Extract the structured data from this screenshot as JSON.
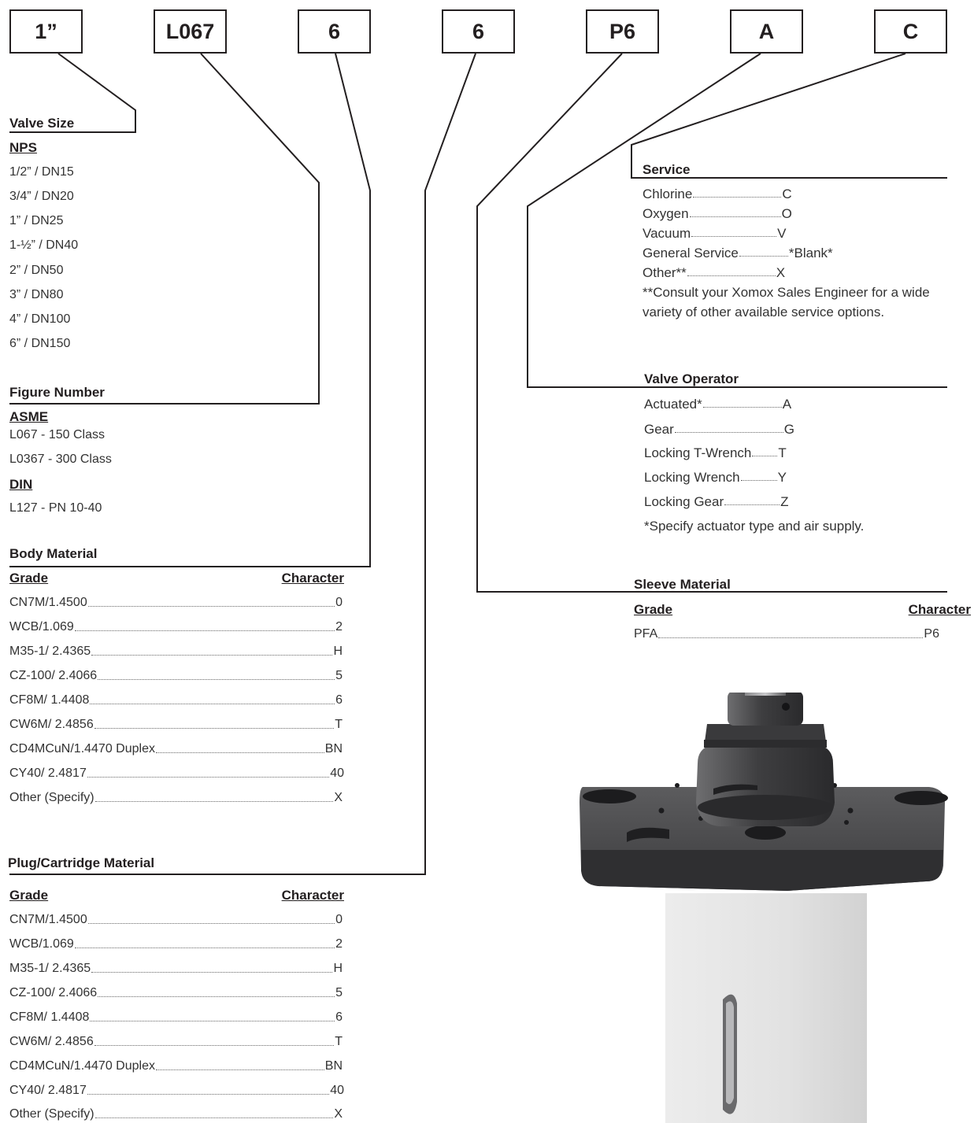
{
  "code_boxes": [
    "1”",
    "L067",
    "6",
    "6",
    "P6",
    "A",
    "C"
  ],
  "valve_size": {
    "heading": "Valve Size",
    "subheading": "NPS",
    "items": [
      "1/2” / DN15",
      "3/4” / DN20",
      "1” / DN25",
      "1-½” / DN40",
      "2” / DN50",
      "3” / DN80",
      "4” / DN100",
      "6” / DN150"
    ]
  },
  "figure_number": {
    "heading": "Figure Number",
    "asme_label": "ASME",
    "asme_items": [
      "L067 - 150 Class",
      "L0367 - 300 Class"
    ],
    "din_label": "DIN",
    "din_items": [
      "L127 - PN 10-40"
    ]
  },
  "body_material": {
    "heading": "Body Material",
    "col_grade": "Grade",
    "col_character": "Character",
    "rows": [
      {
        "grade": "CN7M/1.4500",
        "code": "0"
      },
      {
        "grade": "WCB/1.069",
        "code": "2"
      },
      {
        "grade": "M35-1/ 2.4365",
        "code": "H"
      },
      {
        "grade": "CZ-100/ 2.4066",
        "code": "5"
      },
      {
        "grade": "CF8M/ 1.4408",
        "code": "6"
      },
      {
        "grade": "CW6M/ 2.4856",
        "code": "T"
      },
      {
        "grade": "CD4MCuN/1.4470 Duplex",
        "code": "BN"
      },
      {
        "grade": "CY40/ 2.4817",
        "code": "40"
      },
      {
        "grade": "Other (Specify)",
        "code": "X"
      }
    ]
  },
  "plug_material": {
    "heading": "Plug/Cartridge Material",
    "col_grade": "Grade",
    "col_character": "Character",
    "rows": [
      {
        "grade": "CN7M/1.4500",
        "code": "0"
      },
      {
        "grade": "WCB/1.069",
        "code": "2"
      },
      {
        "grade": "M35-1/ 2.4365",
        "code": "H"
      },
      {
        "grade": "CZ-100/ 2.4066",
        "code": "5"
      },
      {
        "grade": "CF8M/ 1.4408",
        "code": "6"
      },
      {
        "grade": "CW6M/ 2.4856",
        "code": "T"
      },
      {
        "grade": "CD4MCuN/1.4470 Duplex",
        "code": "BN"
      },
      {
        "grade": "CY40/ 2.4817",
        "code": "40"
      },
      {
        "grade": "Other (Specify)",
        "code": "X"
      }
    ]
  },
  "service": {
    "heading": "Service",
    "rows": [
      {
        "label": "Chlorine",
        "code": "C"
      },
      {
        "label": "Oxygen",
        "code": "O"
      },
      {
        "label": "Vacuum",
        "code": "V"
      },
      {
        "label": "General Service",
        "code": "*Blank*"
      },
      {
        "label": "Other**",
        "code": "X"
      }
    ],
    "note_line1": "**Consult your Xomox Sales Engineer for a wide",
    "note_line2": "variety of other available service options."
  },
  "valve_operator": {
    "heading": "Valve Operator",
    "rows": [
      {
        "label": "Actuated*",
        "code": "A"
      },
      {
        "label": "Gear",
        "code": "G"
      },
      {
        "label": "Locking T-Wrench",
        "code": "T"
      },
      {
        "label": "Locking Wrench",
        "code": "Y"
      },
      {
        "label": "Locking Gear",
        "code": "Z"
      }
    ],
    "note": "*Specify actuator type and air supply."
  },
  "sleeve_material": {
    "heading": "Sleeve Material",
    "col_grade": "Grade",
    "col_character": "Character",
    "rows": [
      {
        "grade": "PFA",
        "code": "P6"
      }
    ]
  },
  "colors": {
    "ink": "#231f20",
    "valve_dark": "#4a4a4c",
    "valve_sleeve": "#e6e6e6"
  }
}
